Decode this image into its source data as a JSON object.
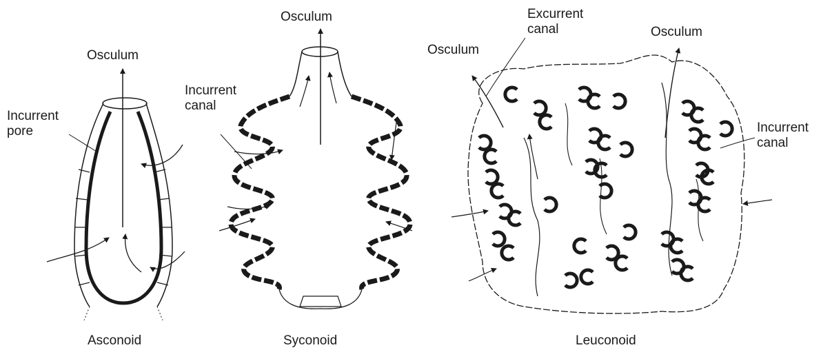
{
  "figure": {
    "asconoid": {
      "caption": "Asconoid",
      "labels": {
        "osculum": "Osculum",
        "incurrent_pore": "Incurrent\npore"
      }
    },
    "syconoid": {
      "caption": "Syconoid",
      "labels": {
        "osculum": "Osculum",
        "incurrent_canal": "Incurrent\ncanal"
      }
    },
    "leuconoid": {
      "caption": "Leuconoid",
      "labels": {
        "osculum_left": "Osculum",
        "excurrent_canal": "Excurrent\ncanal",
        "osculum_right": "Osculum",
        "incurrent_canal": "Incurrent\ncanal"
      }
    }
  },
  "colors": {
    "ink": "#1a1a1a",
    "background": "#ffffff"
  }
}
